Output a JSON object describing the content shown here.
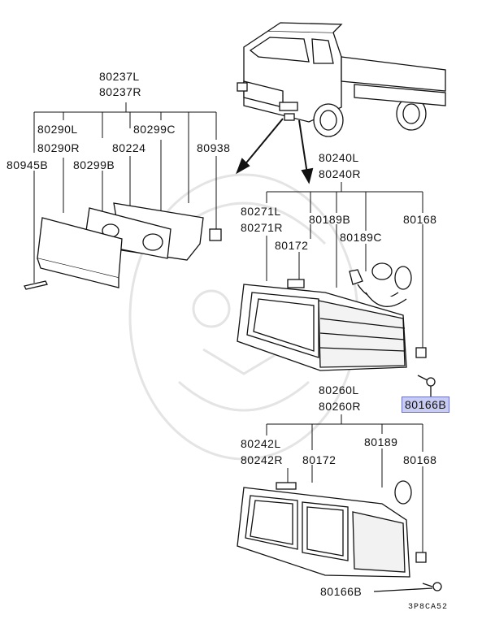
{
  "labels": {
    "p80237l": "80237L",
    "p80237r": "80237R",
    "p80290l": "80290L",
    "p80290r": "80290R",
    "p80299c": "80299C",
    "p80224": "80224",
    "p80938": "80938",
    "p80945b": "80945B",
    "p80299b": "80299B",
    "p80240l": "80240L",
    "p80240r": "80240R",
    "p80271l": "80271L",
    "p80271r": "80271R",
    "p80189b": "80189B",
    "p80168a": "80168",
    "p80172a": "80172",
    "p80189c": "80189C",
    "p80166b_hl": "80166B",
    "p80260l": "80260L",
    "p80260r": "80260R",
    "p80242l": "80242L",
    "p80242r": "80242R",
    "p80172b": "80172",
    "p80189": "80189",
    "p80168b": "80168",
    "p80166b": "80166B",
    "code": "3P8CA52"
  },
  "colors": {
    "highlight_fill": "#c8ccf2",
    "highlight_border": "#6c72c4",
    "line": "#111111",
    "watermark": "#e6e6e6"
  }
}
